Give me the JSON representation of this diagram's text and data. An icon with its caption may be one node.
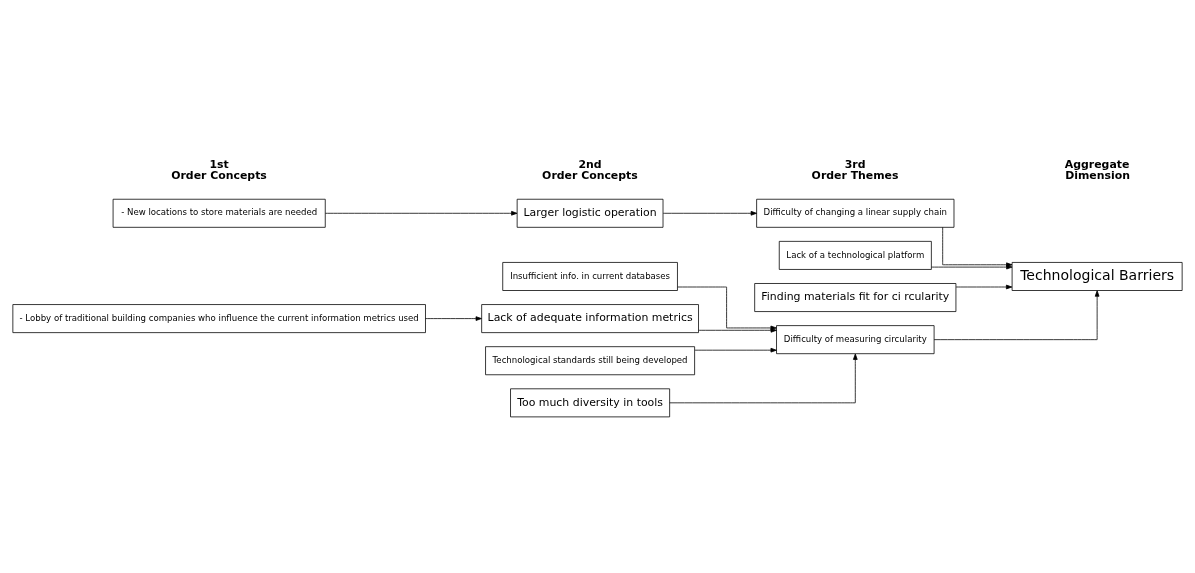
{
  "diagram": {
    "nodes": [
      {
        "text": [
          "- New locations to store materials are needed"
        ]
      },
      {
        "text": [
          "Larger logistic operation"
        ]
      },
      {
        "text": [
          "Difficulty of changing a linear supply chain"
        ]
      },
      {
        "text": [
          "Lack of a technological platform"
        ]
      },
      {
        "text": [
          "Insufficient info. in current databases"
        ]
      },
      {
        "text": [
          "Technological Barriers"
        ]
      },
      {
        "text": [
          "Finding materials fit for ci rcularity"
        ]
      },
      {
        "text": [
          "- Lobby of traditional building companies who influence the current information metrics used"
        ]
      },
      {
        "text": [
          "Lack of adequate information metrics"
        ]
      },
      {
        "text": [
          "Difficulty of measuring circularity"
        ]
      },
      {
        "text": [
          "Technological standards still being developed"
        ]
      },
      {
        "text": [
          "Too much diversity in tools"
        ]
      }
    ],
    "edges": [
      {
        "from": 0,
        "to": 1,
        "arrow": "to"
      },
      {
        "from": 1,
        "to": 2,
        "arrow": "to"
      },
      {
        "from": 2,
        "to": 5,
        "arrow": "to"
      },
      {
        "from": 3,
        "to": 5,
        "arrow": "to"
      },
      {
        "from": 6,
        "to": 5,
        "arrow": "to"
      },
      {
        "from": 9,
        "to": 5,
        "arrow": "to"
      },
      {
        "from": 7,
        "to": 8,
        "arrow": "to"
      },
      {
        "from": 4,
        "to": 9,
        "arrow": "to"
      },
      {
        "from": 8,
        "to": 9,
        "arrow": "to"
      },
      {
        "from": 10,
        "to": 9,
        "arrow": "to"
      },
      {
        "from": 11,
        "to": 9,
        "arrow": "to"
      }
    ],
    "labels": [
      "1st Order Concepts",
      "2nd Order Concepts",
      "3rd Order Themes",
      "Aggregate Dimension"
    ]
  }
}
